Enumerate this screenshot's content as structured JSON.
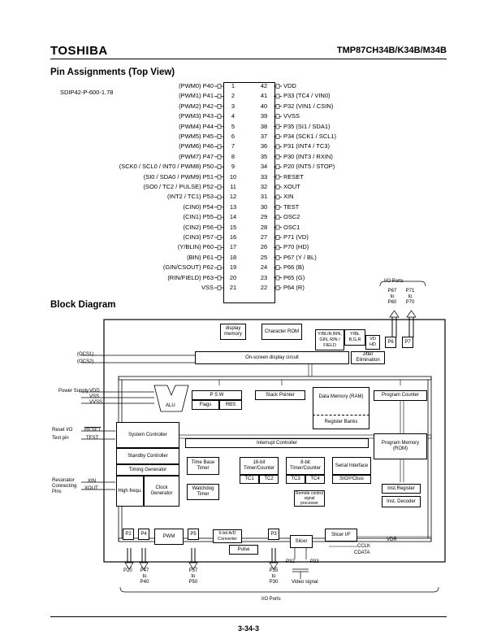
{
  "header": {
    "brand": "TOSHIBA",
    "part_number": "TMP87CH34B/K34B/M34B"
  },
  "pin_section": {
    "title": "Pin Assignments (Top View)",
    "package": "SDIP42-P-600-1.78",
    "left_pins": [
      {
        "num": "1",
        "label": "(PWM0) P40"
      },
      {
        "num": "2",
        "label": "(PWM1) P41"
      },
      {
        "num": "3",
        "label": "(PWM2) P42"
      },
      {
        "num": "4",
        "label": "(PWM3) P43"
      },
      {
        "num": "5",
        "label": "(PWM4) P44"
      },
      {
        "num": "6",
        "label": "(PWM5) P45"
      },
      {
        "num": "7",
        "label": "(PWM6) P46"
      },
      {
        "num": "8",
        "label": "(PWM7) P47"
      },
      {
        "num": "9",
        "label": "(SCK0 / SCL0 / INT0 / PWM8) P50"
      },
      {
        "num": "10",
        "label": "(SI0 / SDA0 / PWM9) P51"
      },
      {
        "num": "11",
        "label": "(SO0 / TC2 / PULSE) P52"
      },
      {
        "num": "12",
        "label": "(INT2 / TC1) P53"
      },
      {
        "num": "13",
        "label": "(CIN0) P54"
      },
      {
        "num": "14",
        "label": "(CIN1) P55"
      },
      {
        "num": "15",
        "label": "(CIN2) P56"
      },
      {
        "num": "16",
        "label": "(CIN3) P57"
      },
      {
        "num": "17",
        "label": "(Y/BLIN) P60"
      },
      {
        "num": "18",
        "label": "(BIN) P61"
      },
      {
        "num": "19",
        "label": "(GIN/CSOUT) P62"
      },
      {
        "num": "20",
        "label": "(RIN/FIELD) P63"
      },
      {
        "num": "21",
        "label": "VSS"
      }
    ],
    "right_pins": [
      {
        "num": "42",
        "label": "VDD"
      },
      {
        "num": "41",
        "label": "P33 (TC4 / VIN0)"
      },
      {
        "num": "40",
        "label": "P32 (VIN1 / CSIN)"
      },
      {
        "num": "39",
        "label": "VVSS"
      },
      {
        "num": "38",
        "label": "P35 (SI1 / SDA1)"
      },
      {
        "num": "37",
        "label": "P34 (SCK1 / SCL1)"
      },
      {
        "num": "36",
        "label": "P31 (INT4 / TC3)"
      },
      {
        "num": "35",
        "label": "P30 (INT3 / RXIN)"
      },
      {
        "num": "34",
        "label": "P20 (INT5 / STOP)"
      },
      {
        "num": "33",
        "label": "RESET"
      },
      {
        "num": "32",
        "label": "XOUT"
      },
      {
        "num": "31",
        "label": "XIN"
      },
      {
        "num": "30",
        "label": "TEST"
      },
      {
        "num": "29",
        "label": "OSC2"
      },
      {
        "num": "28",
        "label": "OSC1"
      },
      {
        "num": "27",
        "label": "P71 (VD)"
      },
      {
        "num": "26",
        "label": "P70 (HD)"
      },
      {
        "num": "25",
        "label": "P67 (Y / BL)"
      },
      {
        "num": "24",
        "label": "P66 (B)"
      },
      {
        "num": "23",
        "label": "P65 (G)"
      },
      {
        "num": "22",
        "label": "P64 (R)"
      }
    ]
  },
  "block_section": {
    "title": "Block Diagram",
    "io_ports_top": "I/O Ports",
    "io_ports_bottom": "I/O Ports",
    "port_top_1": [
      "P67",
      "to",
      "P60"
    ],
    "port_top_2": [
      "P71",
      "to",
      "P70"
    ],
    "blocks": {
      "display_memory": "display memory",
      "character_rom": "Character ROM",
      "ybl_inputs": "Y/BLIN BIN, GIN, RIN / FIELD",
      "ybl_outputs": "Y/BL B,G,R",
      "vd_hd": "VD HD",
      "p6": "P6",
      "p7": "P7",
      "osd_circuit": "On-screen display circuit",
      "jitter": "Jitter Elimination",
      "alu": "ALU",
      "psw": "P S W",
      "flags": "Flags",
      "rbs": "RBS",
      "stack_pointer": "Stack Pointer",
      "data_memory": "Data Memory (RAM)",
      "register_banks": "Register Banks",
      "program_counter": "Program Counter",
      "system_controller": "System Controller",
      "standby_controller": "Standby Controller",
      "timing_generator": "Timing Generator",
      "high_frequ": "High frequ.",
      "clock_generator": "Clock Generator",
      "interrupt_controller": "Interrupt Controller",
      "program_memory": "Program Memory (ROM)",
      "time_base_timer": "Time Base Timer",
      "watchdog_timer": "Watchdog Timer",
      "timer16": "16-bit Timer/Counter",
      "tc1": "TC1",
      "tc2": "TC2",
      "timer8": "8-bit Timer/Counter",
      "tc3": "TC3",
      "tc4": "TC4",
      "remote": "Remote control signal processor",
      "serial": "Serial Interface",
      "sio": "SIO/I²Cbus",
      "inst_register": "Inst.Register",
      "inst_decoder": "Inst. Decoder",
      "p2": "P2",
      "p4": "P4",
      "pwm": "PWM",
      "p5": "P5",
      "adc": "6-bit A/D Converter",
      "pulse": "Pulse",
      "p3": "P3",
      "slicer": "Slicer",
      "slicer_if": "Slicer I/F"
    },
    "left_labels": {
      "osc1": "(OCS1)",
      "osc2": "(OCS2)",
      "power_supply": "Power Supply",
      "vdd": "VDD",
      "vss": "VSS",
      "vvss": "VVSS",
      "reset_io": "Reset I/O",
      "reset": "RESET",
      "test_pin": "Test pin",
      "test": "TEST",
      "resonator": "Resonator Connecting Pins",
      "xin": "XIN",
      "xout": "XOUT"
    },
    "bottom_labels": {
      "p20": "P20",
      "p47": "P47",
      "to1": "to",
      "p40": "P40",
      "p57": "P57",
      "to2": "to",
      "p50": "P50",
      "p35": "P35",
      "to3": "to",
      "p30": "P30",
      "p32": "P32",
      "p33": "P33",
      "video_signal": "Video signal",
      "vdr": "VDR",
      "cclk": "CCLK",
      "cdata": "CDATA"
    }
  },
  "footer": {
    "page": "3-34-3"
  }
}
